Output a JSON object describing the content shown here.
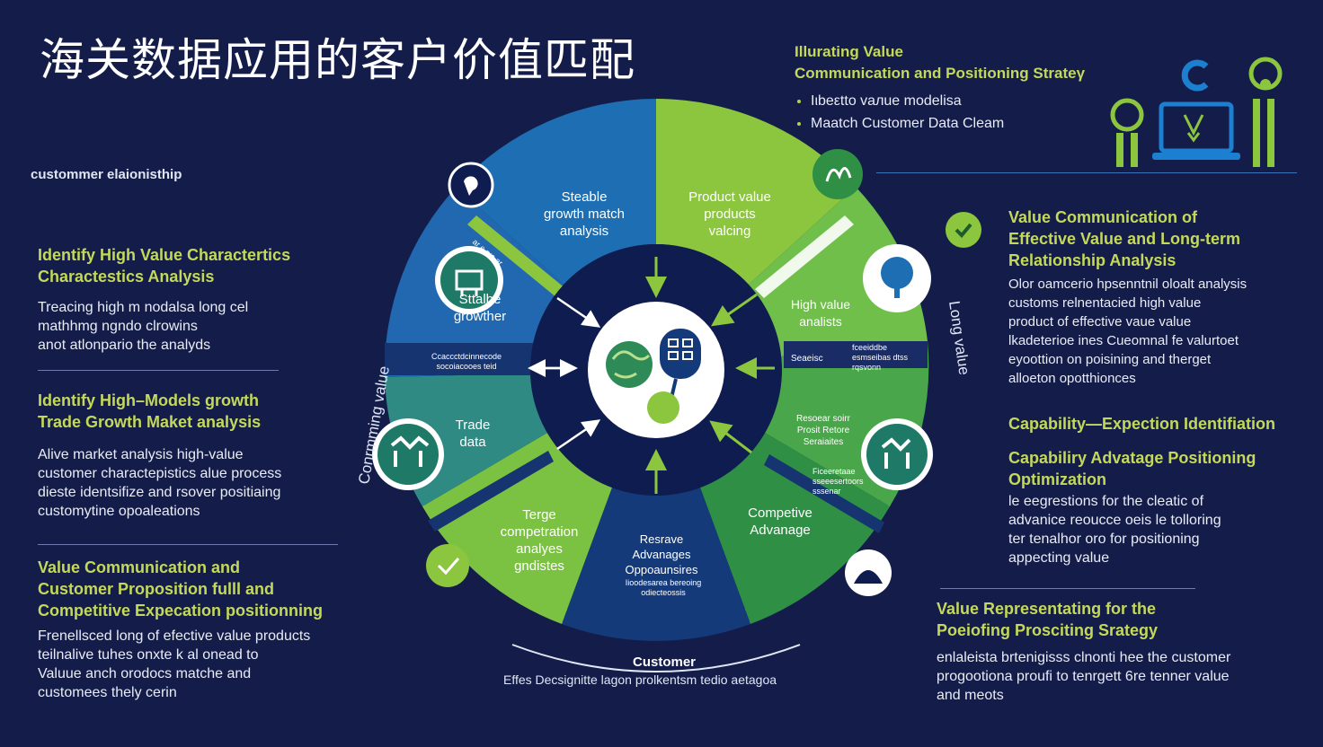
{
  "page_title": "海关数据应用的客户价值匹配",
  "top_right": {
    "heading_line1": "Illurating Value",
    "heading_line2": "Communication and Positioning Strateγ",
    "bullets": [
      "Ιιbeεtto vaлue modelisa",
      "Maatch Customer Data Cleam"
    ]
  },
  "left": {
    "small_label": "custommer elaionisthip",
    "sections": [
      {
        "title": "Identify High Value Charactertics\nCharactestics Analysis",
        "body": "Treacing high m nodalsa long cel\nmathhmg ngndo clrowins\nanot atlonpario the analyds"
      },
      {
        "title": "Identify High–Models growth\nTrade Growth Maket analysis",
        "body": "Alive market analysis high-value\ncustomer charactepistics alue process\ndieste identsifize and rsover positiaing\ncustomytine opoaleations"
      },
      {
        "title": "Value Communication and\nCustomer Proposition fulll and\nCompetitive Expecation positionning",
        "body": "Frenellsced long of efective value products\nteilnalive tuhes onxte k al onead to\nValuue anch orodocs matche and\ncustomees thely cerin"
      }
    ]
  },
  "right": {
    "sections": [
      {
        "title": "Value Communication of\nEffective Value and Long-term\nRelationship Analysis",
        "body": "Olor oamcerio hpsenntnil oloalt analysis\ncustoms relnentacied high value\nproduct of effective vaue value\nlkadeterioe ines Cueomnal fe valurtoet\neyoottion on poisining and therget\nalloeton opotthionces"
      },
      {
        "title": "Capability—Expection Identifiation",
        "body": ""
      },
      {
        "title": "Capabiliry Advatage Positioning\nOptimization",
        "body": "le eegrestions for the cleatic of\nadvanice reoucce oeis le tolloring\nter tenalhor oro for positioning\nappecting value"
      },
      {
        "title": "Value Representating for the\nPoeiofing Prosciting Srategy",
        "body": "enlaleista brtenigisss clnonti hee the customer\nprogootiona proufi to tenrgett 6re tenner value\nand meots"
      }
    ]
  },
  "wheel": {
    "segments": [
      {
        "label": "Steable\ngrowth match\nanalysis"
      },
      {
        "label": "Product value\nproducts\nvalcing"
      },
      {
        "label": "High value\nanalists"
      },
      {
        "label": "Resoear soirr\nProsit Retore\nSeraiaites"
      },
      {
        "label": "Competive\nAdvanage"
      },
      {
        "label": "Resrave\nAdvanages\nOppoaunsires"
      },
      {
        "label": "Terge\ncompetration\nanalyes\ngndistes"
      },
      {
        "label": "Trade\ndata"
      },
      {
        "label": "Sttalbe\ngrowther"
      }
    ],
    "inner_notes": {
      "left_bar": "Ccaccctdcinnecode\nsocoiacooes teid",
      "diag_top": "ar e rxs ar",
      "right_bar": "Seaeisc",
      "right_bar_small": "fceeiddbe\nesmseibas dtss\nrqsvonn",
      "bottom_sub": "Iioodesarea bereoing\nodiecteossis",
      "right_lower_small": "Ficeeretaae\nsseeesertoors\nsssenar"
    },
    "ring_left_text": "Conrmming value",
    "ring_right_text": "Long value",
    "bottom_arc_text": "Effes Decsignitte lagon prolkentsm tedio aetagoa",
    "bottom_center": "Customer"
  },
  "colors": {
    "background": "#141d4a",
    "accent_green": "#8cc63f",
    "mid_green": "#3f9e4e",
    "teal": "#2f8a84",
    "blue": "#1d6eb3",
    "navy": "#143a7a"
  },
  "icons": [
    "brain-chip-icon",
    "handshake-icon",
    "people-icon",
    "globe-icon",
    "tree-icon",
    "chart-icon",
    "target-icon",
    "profile-icon",
    "laptop-icon",
    "person-icon"
  ]
}
